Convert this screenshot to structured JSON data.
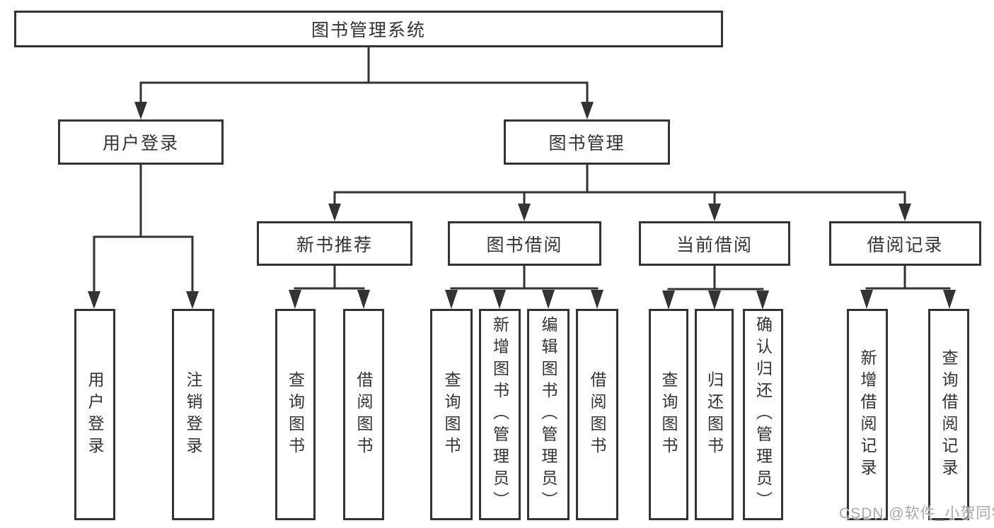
{
  "colors": {
    "line": "#333333",
    "text": "#333333",
    "background": "#ffffff",
    "box-bg": "#ffffff",
    "watermark": "#a8a8a8"
  },
  "tree": {
    "root": {
      "label": "图书管理系统"
    },
    "branches": [
      {
        "label": "用户登录",
        "children": [
          {
            "label": "用户登录"
          },
          {
            "label": "注销登录"
          }
        ]
      },
      {
        "label": "图书管理",
        "children": [
          {
            "label": "新书推荐",
            "children": [
              {
                "label": "查询图书"
              },
              {
                "label": "借阅图书"
              }
            ]
          },
          {
            "label": "图书借阅",
            "children": [
              {
                "label": "查询图书"
              },
              {
                "label": "新增图书（管理员）"
              },
              {
                "label": "编辑图书（管理员）"
              },
              {
                "label": "借阅图书"
              }
            ]
          },
          {
            "label": "当前借阅",
            "children": [
              {
                "label": "查询图书"
              },
              {
                "label": "归还图书"
              },
              {
                "label": "确认归还（管理员）"
              }
            ]
          },
          {
            "label": "借阅记录",
            "children": [
              {
                "label": "新增借阅记录"
              },
              {
                "label": "查询借阅记录"
              }
            ]
          }
        ]
      }
    ]
  },
  "watermark": {
    "text": "CSDN @软件_小贺同学"
  }
}
